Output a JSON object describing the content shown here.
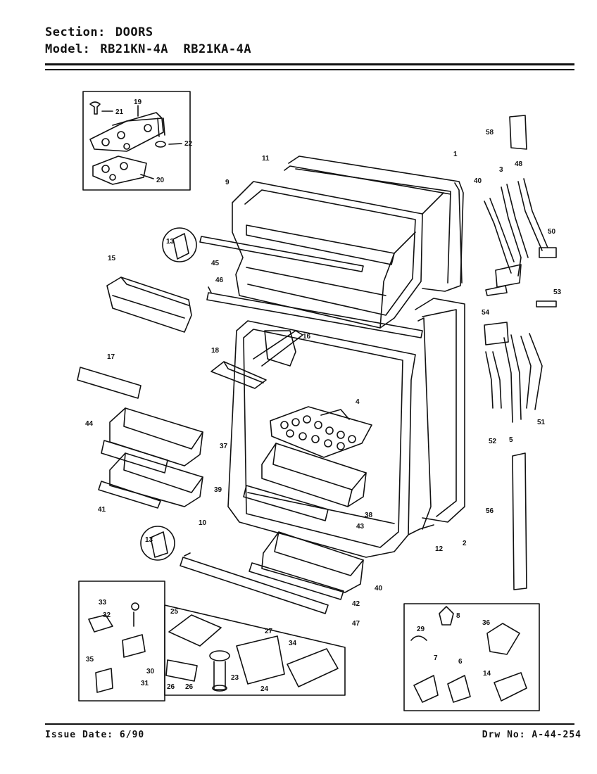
{
  "header": {
    "section_label": "Section:",
    "section_value": "DOORS",
    "model_label": "Model:",
    "model_value": "RB21KN-4A  RB21KA-4A"
  },
  "footer": {
    "issue_date": "Issue Date: 6/90",
    "drawing_no": "Drw No: A-44-254"
  },
  "callouts": {
    "c1": "1",
    "c2": "2",
    "c3": "3",
    "c4": "4",
    "c5": "5",
    "c6": "6",
    "c7": "7",
    "c8": "8",
    "c9": "9",
    "c10": "10",
    "c11": "11",
    "c12": "12",
    "c13a": "13",
    "c13b": "13",
    "c14": "14",
    "c15": "15",
    "c16": "16",
    "c17": "17",
    "c18": "18",
    "c19": "19",
    "c20": "20",
    "c21": "21",
    "c22": "22",
    "c23": "23",
    "c24": "24",
    "c25": "25",
    "c26a": "26",
    "c26b": "26",
    "c27": "27",
    "c29": "29",
    "c30": "30",
    "c31": "31",
    "c32": "32",
    "c33": "33",
    "c34": "34",
    "c35": "35",
    "c36": "36",
    "c37": "37",
    "c38": "38",
    "c39": "39",
    "c40a": "40",
    "c40b": "40",
    "c41": "41",
    "c42": "42",
    "c43": "43",
    "c44": "44",
    "c45": "45",
    "c46": "46",
    "c47": "47",
    "c48": "48",
    "c50": "50",
    "c51": "51",
    "c52": "52",
    "c53": "53",
    "c54": "54",
    "c56": "56",
    "c58": "58"
  }
}
